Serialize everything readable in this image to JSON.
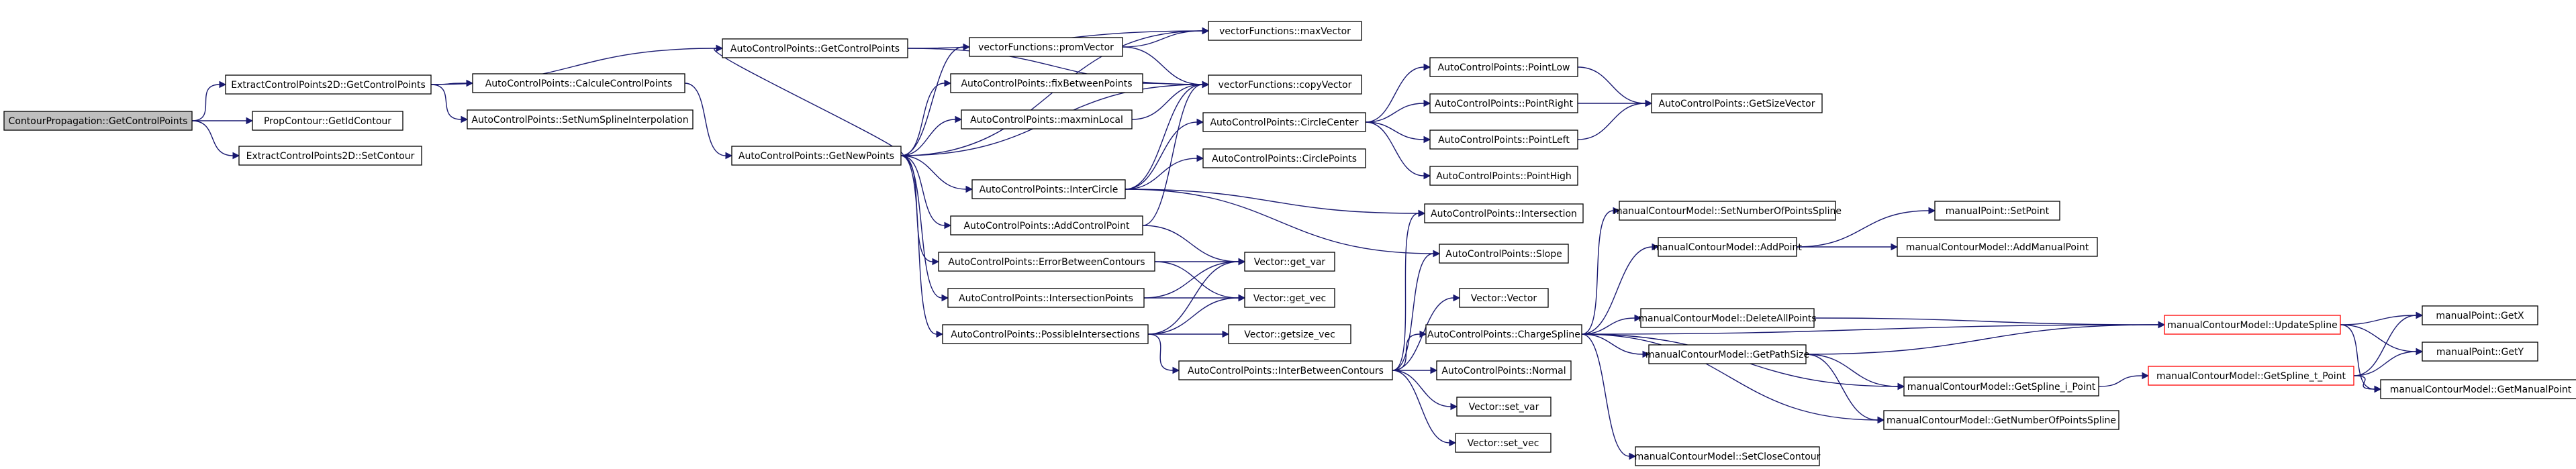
{
  "colors": {
    "edge": "#191970",
    "root_fill": "#bfbfbf",
    "highlight_border": "#ff0000"
  },
  "nodes": [
    {
      "id": "n0",
      "label": "ContourPropagation::GetControlPoints",
      "root": true
    },
    {
      "id": "n1",
      "label": "ExtractControlPoints2D::GetControlPoints"
    },
    {
      "id": "n2",
      "label": "PropContour::GetIdContour"
    },
    {
      "id": "n3",
      "label": "ExtractControlPoints2D::SetContour"
    },
    {
      "id": "n4",
      "label": "AutoControlPoints::GetControlPoints"
    },
    {
      "id": "n5",
      "label": "AutoControlPoints::CalculeControlPoints"
    },
    {
      "id": "n6",
      "label": "AutoControlPoints::SetNumSplineInterpolation"
    },
    {
      "id": "n7",
      "label": "AutoControlPoints::GetNewPoints"
    },
    {
      "id": "n8",
      "label": "vectorFunctions::promVector"
    },
    {
      "id": "n9",
      "label": "AutoControlPoints::fixBetweenPoints"
    },
    {
      "id": "n10",
      "label": "AutoControlPoints::maxminLocal"
    },
    {
      "id": "n11",
      "label": "AutoControlPoints::InterCircle"
    },
    {
      "id": "n12",
      "label": "AutoControlPoints::AddControlPoint"
    },
    {
      "id": "n13",
      "label": "AutoControlPoints::ErrorBetweenContours"
    },
    {
      "id": "n14",
      "label": "AutoControlPoints::IntersectionPoints"
    },
    {
      "id": "n15",
      "label": "AutoControlPoints::PossibleIntersections"
    },
    {
      "id": "n16",
      "label": "AutoControlPoints::InterBetweenContours"
    },
    {
      "id": "n17",
      "label": "vectorFunctions::maxVector"
    },
    {
      "id": "n18",
      "label": "vectorFunctions::copyVector"
    },
    {
      "id": "n19",
      "label": "AutoControlPoints::CircleCenter"
    },
    {
      "id": "n20",
      "label": "AutoControlPoints::CirclePoints"
    },
    {
      "id": "n21",
      "label": "AutoControlPoints::PointLow"
    },
    {
      "id": "n22",
      "label": "AutoControlPoints::PointRight"
    },
    {
      "id": "n23",
      "label": "AutoControlPoints::PointLeft"
    },
    {
      "id": "n24",
      "label": "AutoControlPoints::PointHigh"
    },
    {
      "id": "n25",
      "label": "AutoControlPoints::GetSizeVector"
    },
    {
      "id": "n26",
      "label": "AutoControlPoints::Intersection"
    },
    {
      "id": "n27",
      "label": "AutoControlPoints::Slope"
    },
    {
      "id": "n28",
      "label": "Vector::get_var"
    },
    {
      "id": "n29",
      "label": "Vector::get_vec"
    },
    {
      "id": "n30",
      "label": "Vector::getsize_vec"
    },
    {
      "id": "n31",
      "label": "Vector::Vector"
    },
    {
      "id": "n32",
      "label": "AutoControlPoints::ChargeSpline"
    },
    {
      "id": "n33",
      "label": "AutoControlPoints::Normal"
    },
    {
      "id": "n34",
      "label": "Vector::set_var"
    },
    {
      "id": "n35",
      "label": "Vector::set_vec"
    },
    {
      "id": "n36",
      "label": "manualContourModel::SetNumberOfPointsSpline"
    },
    {
      "id": "n37",
      "label": "manualContourModel::AddPoint"
    },
    {
      "id": "n38",
      "label": "manualContourModel::DeleteAllPoints"
    },
    {
      "id": "n39",
      "label": "manualContourModel::GetPathSize"
    },
    {
      "id": "n40",
      "label": "manualContourModel::SetCloseContour"
    },
    {
      "id": "n41",
      "label": "manualPoint::SetPoint"
    },
    {
      "id": "n42",
      "label": "manualContourModel::AddManualPoint"
    },
    {
      "id": "n43",
      "label": "manualContourModel::UpdateSpline",
      "red": true
    },
    {
      "id": "n44",
      "label": "manualContourModel::GetSpline_i_Point"
    },
    {
      "id": "n45",
      "label": "manualContourModel::GetNumberOfPointsSpline"
    },
    {
      "id": "n46",
      "label": "manualContourModel::GetSpline_t_Point",
      "red": true
    },
    {
      "id": "n47",
      "label": "manualPoint::GetX"
    },
    {
      "id": "n48",
      "label": "manualPoint::GetY"
    },
    {
      "id": "n49",
      "label": "manualContourModel::GetManualPoint"
    }
  ],
  "edges": [
    [
      "n0",
      "n1"
    ],
    [
      "n0",
      "n2"
    ],
    [
      "n0",
      "n3"
    ],
    [
      "n1",
      "n4"
    ],
    [
      "n1",
      "n5"
    ],
    [
      "n1",
      "n6"
    ],
    [
      "n5",
      "n7"
    ],
    [
      "n4",
      "n17"
    ],
    [
      "n4",
      "n18"
    ],
    [
      "n7",
      "n4"
    ],
    [
      "n7",
      "n8"
    ],
    [
      "n7",
      "n9"
    ],
    [
      "n7",
      "n10"
    ],
    [
      "n7",
      "n11"
    ],
    [
      "n7",
      "n12"
    ],
    [
      "n7",
      "n13"
    ],
    [
      "n7",
      "n14"
    ],
    [
      "n7",
      "n15"
    ],
    [
      "n7",
      "n17"
    ],
    [
      "n7",
      "n18"
    ],
    [
      "n8",
      "n17"
    ],
    [
      "n8",
      "n18"
    ],
    [
      "n9",
      "n18"
    ],
    [
      "n10",
      "n18"
    ],
    [
      "n11",
      "n19"
    ],
    [
      "n11",
      "n20"
    ],
    [
      "n11",
      "n18"
    ],
    [
      "n11",
      "n26"
    ],
    [
      "n11",
      "n27"
    ],
    [
      "n12",
      "n18"
    ],
    [
      "n12",
      "n28"
    ],
    [
      "n13",
      "n28"
    ],
    [
      "n13",
      "n29"
    ],
    [
      "n14",
      "n28"
    ],
    [
      "n14",
      "n29"
    ],
    [
      "n15",
      "n28"
    ],
    [
      "n15",
      "n29"
    ],
    [
      "n15",
      "n30"
    ],
    [
      "n15",
      "n16"
    ],
    [
      "n16",
      "n26"
    ],
    [
      "n16",
      "n27"
    ],
    [
      "n16",
      "n31"
    ],
    [
      "n16",
      "n32"
    ],
    [
      "n16",
      "n33"
    ],
    [
      "n16",
      "n34"
    ],
    [
      "n16",
      "n35"
    ],
    [
      "n19",
      "n21"
    ],
    [
      "n19",
      "n22"
    ],
    [
      "n19",
      "n23"
    ],
    [
      "n19",
      "n24"
    ],
    [
      "n21",
      "n25"
    ],
    [
      "n22",
      "n25"
    ],
    [
      "n23",
      "n25"
    ],
    [
      "n32",
      "n36"
    ],
    [
      "n32",
      "n37"
    ],
    [
      "n32",
      "n38"
    ],
    [
      "n32",
      "n39"
    ],
    [
      "n32",
      "n40"
    ],
    [
      "n32",
      "n43"
    ],
    [
      "n32",
      "n44"
    ],
    [
      "n32",
      "n45"
    ],
    [
      "n37",
      "n41"
    ],
    [
      "n37",
      "n42"
    ],
    [
      "n38",
      "n43"
    ],
    [
      "n39",
      "n43"
    ],
    [
      "n39",
      "n44"
    ],
    [
      "n39",
      "n45"
    ],
    [
      "n44",
      "n46"
    ],
    [
      "n43",
      "n47"
    ],
    [
      "n43",
      "n48"
    ],
    [
      "n43",
      "n49"
    ],
    [
      "n46",
      "n47"
    ],
    [
      "n46",
      "n48"
    ],
    [
      "n46",
      "n49"
    ]
  ]
}
